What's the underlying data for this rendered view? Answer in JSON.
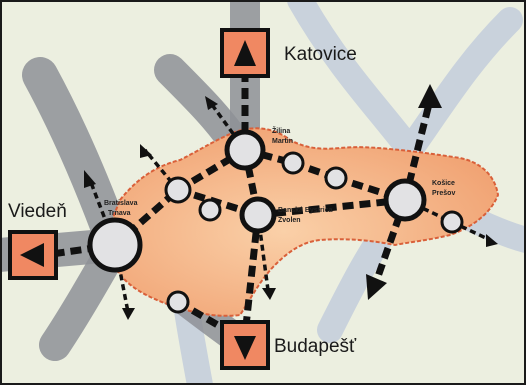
{
  "cities": {
    "katovice": "Katovice",
    "vieden": "Viedeň",
    "budapest": "Budapešť"
  },
  "nodes": {
    "bratislava": [
      "Bratislava",
      "Trnava"
    ],
    "zilina": [
      "Žilina",
      "Martin"
    ],
    "banska": [
      "Banská Bystrica",
      "Zvolen"
    ],
    "kosice": [
      "Košice",
      "Prešov"
    ]
  },
  "colors": {
    "background": "#ecefe0",
    "frame": "#1a1a1a",
    "corridor_dark": "#8c8f94",
    "corridor_light": "#c7d0da",
    "region_fill": "#f4b488",
    "region_border": "#d9603a",
    "border_city_box": "#f08862",
    "node_fill": "#e2e2e4",
    "arrow": "#111111"
  },
  "icons": {
    "border_box": "triangle-arrow-icon",
    "hub": "circle-node-icon"
  }
}
